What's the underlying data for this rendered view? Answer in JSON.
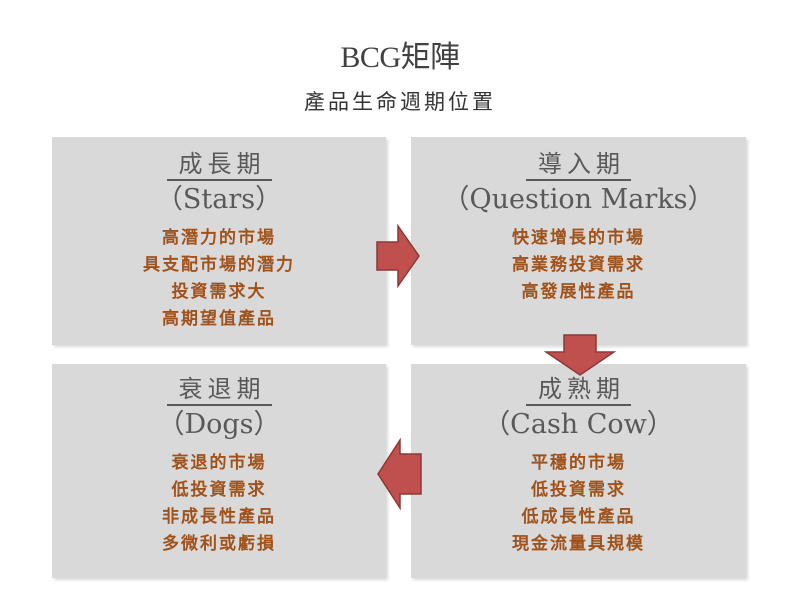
{
  "header": {
    "title": "BCG矩陣",
    "subtitle": "產品生命週期位置"
  },
  "quadrants": {
    "stars": {
      "stage": "成長期",
      "name": "（Stars）",
      "items": [
        "高潛力的市場",
        "具支配市場的潛力",
        "投資需求大",
        "高期望值產品"
      ]
    },
    "question_marks": {
      "stage": "導入期",
      "name": "（Question Marks）",
      "items": [
        "快速增長的市場",
        "高業務投資需求",
        "高發展性產品"
      ]
    },
    "dogs": {
      "stage": "衰退期",
      "name": "（Dogs）",
      "items": [
        "衰退的市場",
        "低投資需求",
        "非成長性產品",
        "多微利或虧損"
      ]
    },
    "cash_cow": {
      "stage": "成熟期",
      "name": "（Cash Cow）",
      "items": [
        "平穩的市場",
        "低投資需求",
        "低成長性產品",
        "現金流量具規模"
      ]
    }
  },
  "arrows": {
    "stars_to_qm": "right-arrow",
    "qm_to_cow": "down-arrow",
    "cow_to_dogs": "left-arrow"
  },
  "colors": {
    "box_bg": "#d9d9d9",
    "heading_text": "#595959",
    "item_text": "#a0521a",
    "arrow_fill": "#c0504d",
    "arrow_stroke": "#8c3836"
  }
}
